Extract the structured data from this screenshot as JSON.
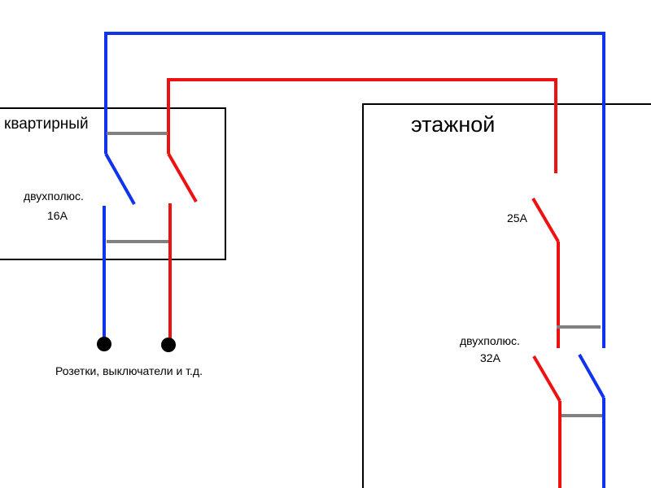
{
  "labels": {
    "apartment_box": "квартирный",
    "floor_box": "этажной",
    "apartment_breaker_type": "двухполюс.",
    "apartment_breaker_rating": "16А",
    "floor_single_breaker_rating": "25А",
    "floor_breaker_type": "двухполюс.",
    "floor_breaker_rating": "32А",
    "outlets_caption": "Розетки, выключатели и т.д."
  },
  "colors": {
    "phase_wire": "#ee1111",
    "neutral_wire": "#1133ee",
    "breaker_link": "#808080",
    "box_outline": "#000000",
    "terminal": "#000000"
  }
}
